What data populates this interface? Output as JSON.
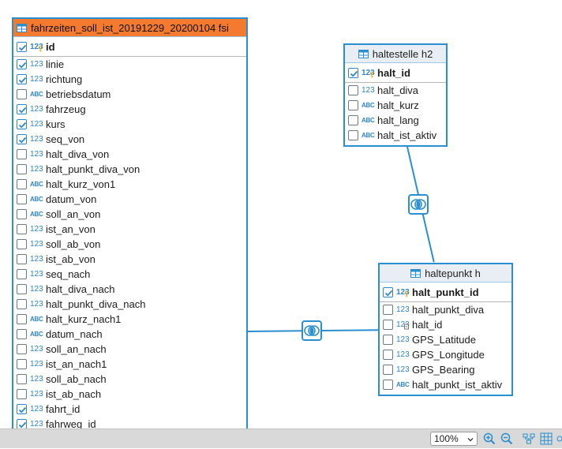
{
  "entities": {
    "fahrzeiten": {
      "title": "fahrzeiten_soll_ist_20191229_20200104 fsi",
      "pk": {
        "name": "id",
        "type": "123",
        "checked": true
      },
      "columns": [
        {
          "name": "linie",
          "type": "123",
          "checked": true
        },
        {
          "name": "richtung",
          "type": "123",
          "checked": true
        },
        {
          "name": "betriebsdatum",
          "type": "ABC",
          "checked": false
        },
        {
          "name": "fahrzeug",
          "type": "123",
          "checked": true
        },
        {
          "name": "kurs",
          "type": "123",
          "checked": true
        },
        {
          "name": "seq_von",
          "type": "123",
          "checked": true
        },
        {
          "name": "halt_diva_von",
          "type": "123",
          "checked": false
        },
        {
          "name": "halt_punkt_diva_von",
          "type": "123",
          "checked": false
        },
        {
          "name": "halt_kurz_von1",
          "type": "ABC",
          "checked": false
        },
        {
          "name": "datum_von",
          "type": "ABC",
          "checked": false
        },
        {
          "name": "soll_an_von",
          "type": "ABC",
          "checked": false
        },
        {
          "name": "ist_an_von",
          "type": "123",
          "checked": false
        },
        {
          "name": "soll_ab_von",
          "type": "123",
          "checked": false
        },
        {
          "name": "ist_ab_von",
          "type": "123",
          "checked": false
        },
        {
          "name": "seq_nach",
          "type": "123",
          "checked": false
        },
        {
          "name": "halt_diva_nach",
          "type": "123",
          "checked": false
        },
        {
          "name": "halt_punkt_diva_nach",
          "type": "123",
          "checked": false
        },
        {
          "name": "halt_kurz_nach1",
          "type": "ABC",
          "checked": false
        },
        {
          "name": "datum_nach",
          "type": "ABC",
          "checked": false
        },
        {
          "name": "soll_an_nach",
          "type": "123",
          "checked": false
        },
        {
          "name": "ist_an_nach1",
          "type": "123",
          "checked": false
        },
        {
          "name": "soll_ab_nach",
          "type": "123",
          "checked": false
        },
        {
          "name": "ist_ab_nach",
          "type": "123",
          "checked": false
        },
        {
          "name": "fahrt_id",
          "type": "123",
          "checked": true
        },
        {
          "name": "fahrweg_id",
          "type": "123",
          "checked": true
        }
      ]
    },
    "haltestelle": {
      "title": "haltestelle h2",
      "pk": {
        "name": "halt_id",
        "type": "123",
        "checked": true
      },
      "columns": [
        {
          "name": "halt_diva",
          "type": "123",
          "checked": false
        },
        {
          "name": "halt_kurz",
          "type": "ABC",
          "checked": false
        },
        {
          "name": "halt_lang",
          "type": "ABC",
          "checked": false
        },
        {
          "name": "halt_ist_aktiv",
          "type": "ABC",
          "checked": false
        }
      ]
    },
    "haltepunkt": {
      "title": "haltepunkt h",
      "pk": {
        "name": "halt_punkt_id",
        "type": "123",
        "checked": true
      },
      "columns": [
        {
          "name": "halt_punkt_diva",
          "type": "123",
          "checked": false
        },
        {
          "name": "halt_id",
          "type": "123",
          "checked": false,
          "fk": true
        },
        {
          "name": "GPS_Latitude",
          "type": "123",
          "checked": false
        },
        {
          "name": "GPS_Longitude",
          "type": "123",
          "checked": false
        },
        {
          "name": "GPS_Bearing",
          "type": "123",
          "checked": false
        },
        {
          "name": "halt_punkt_ist_aktiv",
          "type": "ABC",
          "checked": false
        }
      ]
    }
  },
  "statusbar": {
    "zoom": "100%",
    "icons": [
      "zoom-in-icon",
      "zoom-out-icon",
      "layout-icon",
      "grid-icon"
    ]
  },
  "colors": {
    "accent": "#2a8fd0",
    "selected_header": "#f47a30",
    "statusbar": "#d9d9d9"
  }
}
